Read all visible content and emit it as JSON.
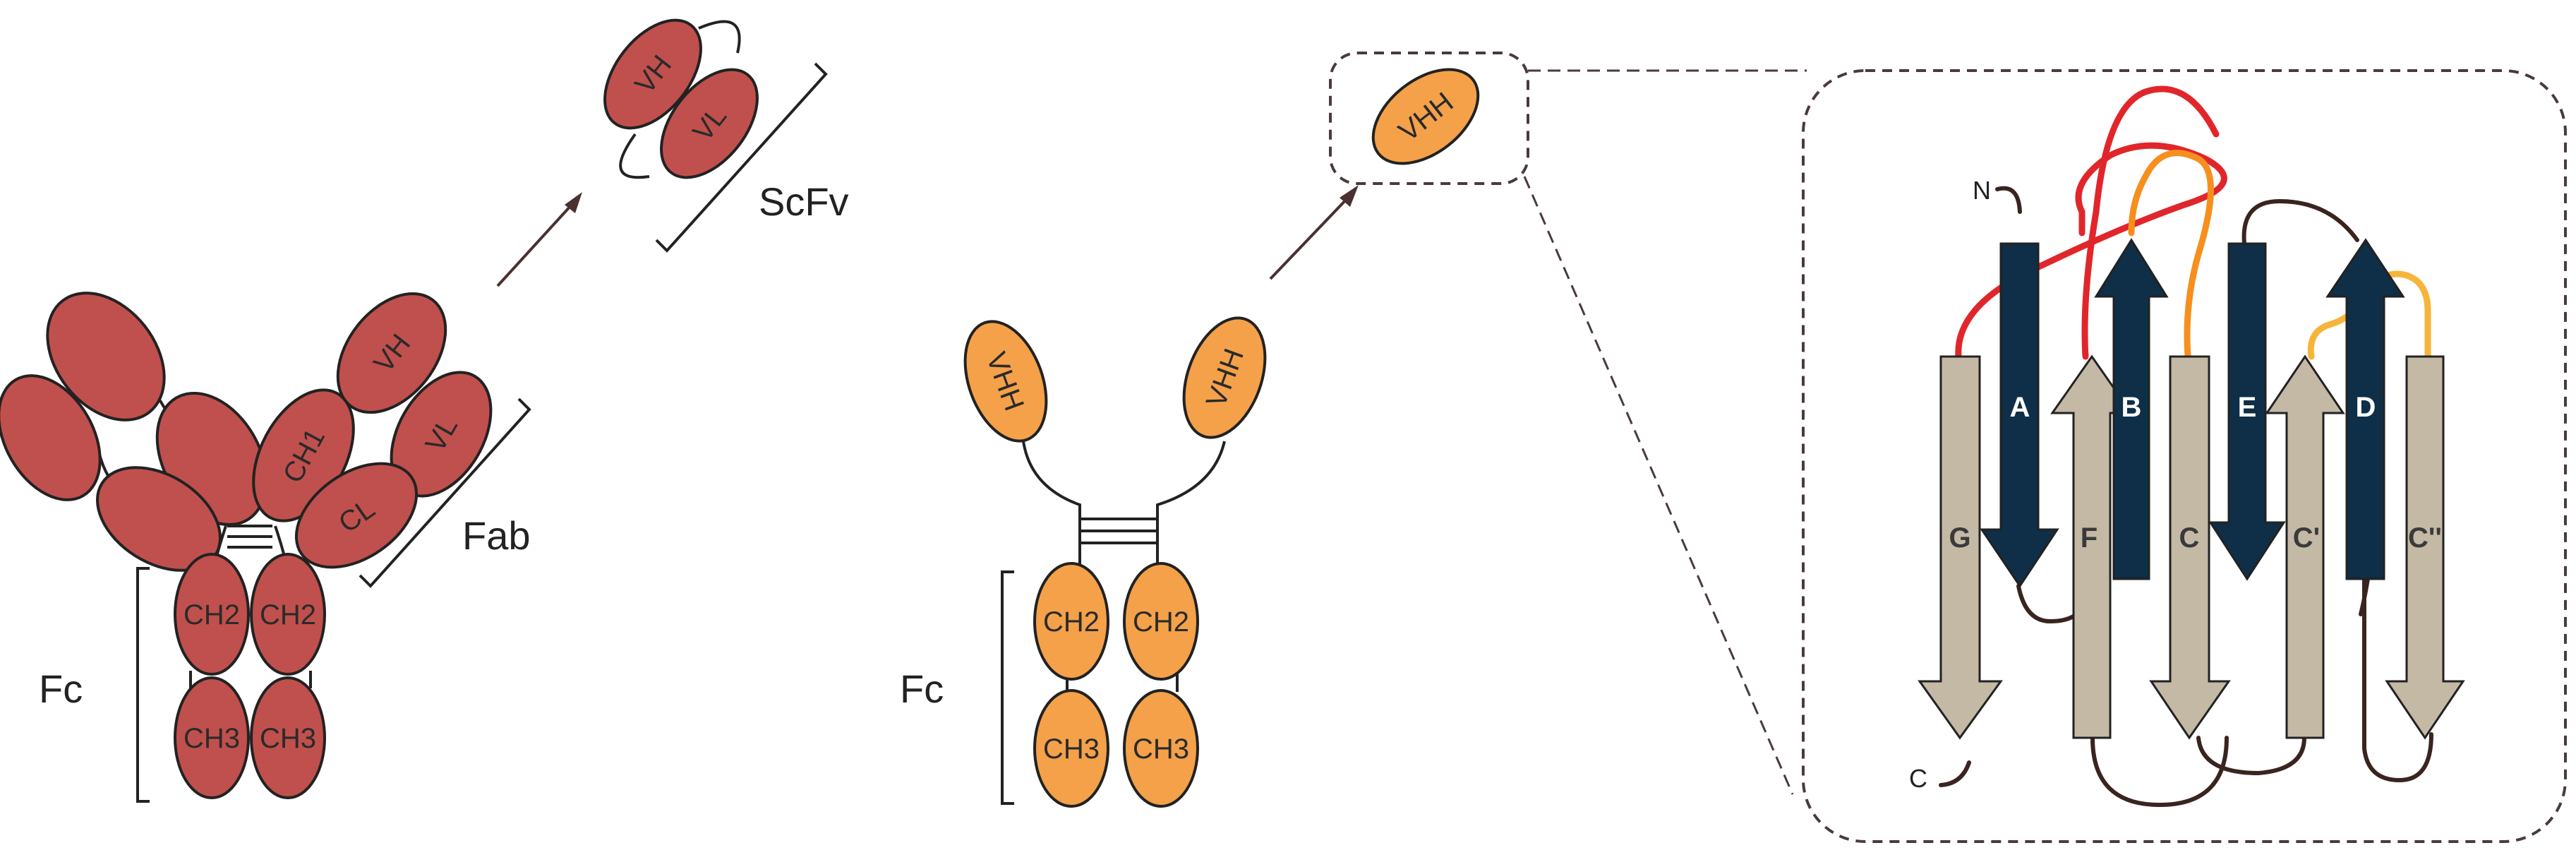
{
  "colors": {
    "igg_domain": "#c0504d",
    "vhh_domain": "#f4a14a",
    "strand_dark": "#0f2e47",
    "strand_light": "#c3b9a5",
    "loop_cdr1": "#e1262b",
    "loop_cdr2": "#f68f1e",
    "loop_cdr3": "#f7b43b",
    "loop_backbone": "#3a2420"
  },
  "igg": {
    "domains": {
      "vh": "VH",
      "vl": "VL",
      "ch1": "CH1",
      "cl": "CL",
      "ch2_left": "CH2",
      "ch2_right": "CH2",
      "ch3_left": "CH3",
      "ch3_right": "CH3"
    },
    "fab_label": "Fab",
    "fc_label": "Fc"
  },
  "scfv": {
    "vh": "VH",
    "vl": "VL",
    "label": "ScFv"
  },
  "hcab": {
    "vhh_left": "VHH",
    "vhh_right": "VHH",
    "ch2_left": "CH2",
    "ch2_right": "CH2",
    "ch3_left": "CH3",
    "ch3_right": "CH3",
    "fc_label": "Fc"
  },
  "nanobody": {
    "label": "VHH"
  },
  "topology": {
    "n_terminus": "N",
    "c_terminus": "C",
    "strands": {
      "A": "A",
      "B": "B",
      "C": "C",
      "C_prime": "C'",
      "C_double_prime": "C''",
      "D": "D",
      "E": "E",
      "F": "F",
      "G": "G"
    }
  }
}
